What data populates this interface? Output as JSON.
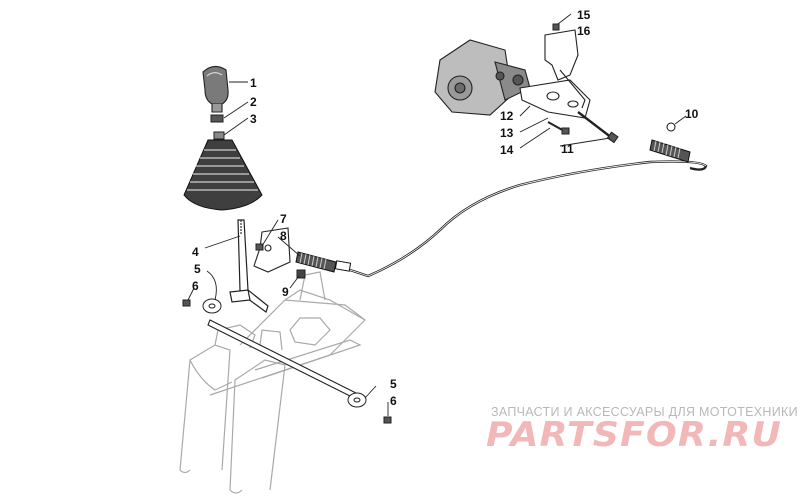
{
  "diagram": {
    "callouts": [
      "1",
      "2",
      "3",
      "4",
      "5",
      "6",
      "7",
      "8",
      "9",
      "10",
      "11",
      "12",
      "13",
      "14",
      "15",
      "16",
      "5",
      "6"
    ]
  },
  "watermark": {
    "subtitle": "ЗАПЧАСТИ И АКСЕССУАРЫ ДЛЯ МОТОТЕХНИКИ",
    "logo": "PARTSFOR.RU"
  }
}
